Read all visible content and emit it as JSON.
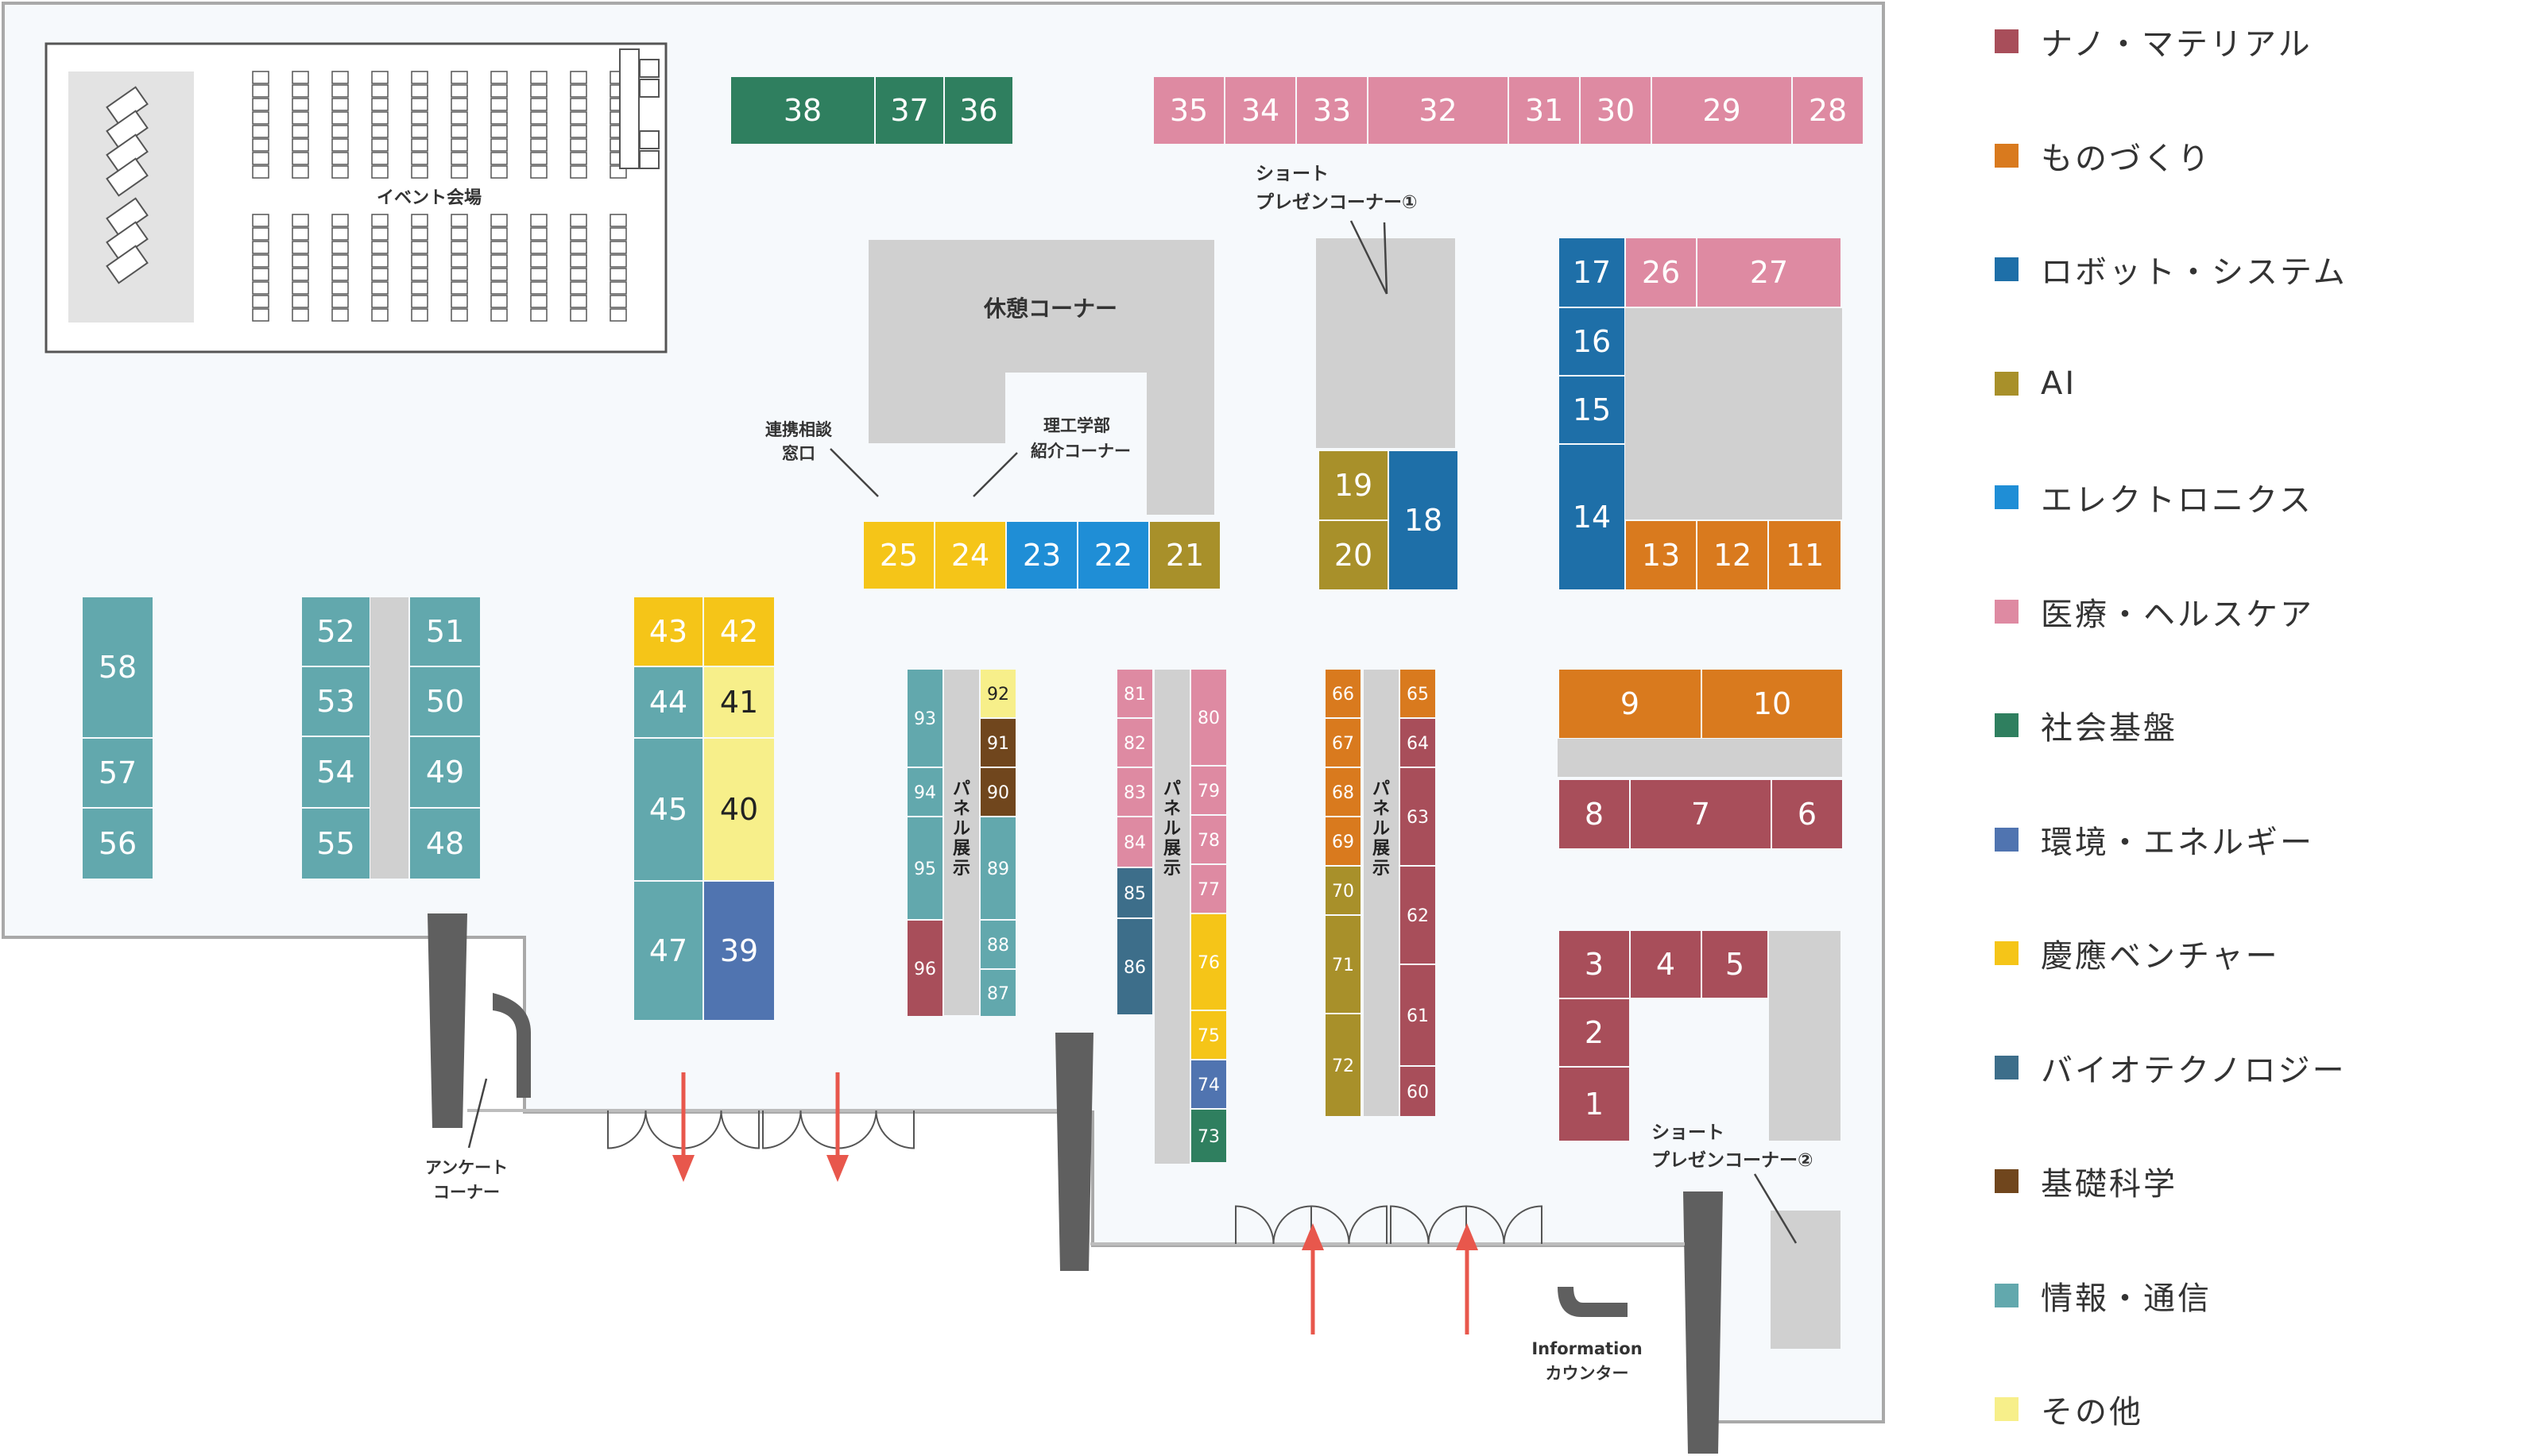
{
  "colors": {
    "nano": "#a84e5a",
    "mono": "#d97a1e",
    "robot": "#1e6fa8",
    "ai": "#a8902a",
    "elec": "#1f8ed6",
    "med": "#de8aa2",
    "social": "#2f7f5f",
    "env": "#5074b0",
    "keio": "#f5c518",
    "bio": "#3d6e8a",
    "basic": "#70461d",
    "info": "#62a8ad",
    "other": "#f7ef8a",
    "gray": "#d0d0d0",
    "floor": "#f6f9fc",
    "pillar": "#5f5f5f",
    "arrow": "#e8574c"
  },
  "legend": [
    {
      "key": "nano",
      "label": "ナノ・マテリアル"
    },
    {
      "key": "mono",
      "label": "ものづくり"
    },
    {
      "key": "robot",
      "label": "ロボット・システム"
    },
    {
      "key": "ai",
      "label": "AI"
    },
    {
      "key": "elec",
      "label": "エレクトロニクス"
    },
    {
      "key": "med",
      "label": "医療・ヘルスケア"
    },
    {
      "key": "social",
      "label": "社会基盤"
    },
    {
      "key": "env",
      "label": "環境・エネルギー"
    },
    {
      "key": "keio",
      "label": "慶應ベンチャー"
    },
    {
      "key": "bio",
      "label": "バイオテクノロジー"
    },
    {
      "key": "basic",
      "label": "基礎科学"
    },
    {
      "key": "info",
      "label": "情報・通信"
    },
    {
      "key": "other",
      "label": "その他"
    }
  ],
  "labels": {
    "event_hall": "イベント会場",
    "rest_corner": "休憩コーナー",
    "consult_line1": "連携相談",
    "consult_line2": "窓口",
    "faculty_line1": "理工学部",
    "faculty_line2": "紹介コーナー",
    "short_pres1_line1": "ショート",
    "short_pres1_line2": "プレゼンコーナー①",
    "short_pres2_line1": "ショート",
    "short_pres2_line2": "プレゼンコーナー②",
    "panel": "パネル展示",
    "survey_line1": "アンケート",
    "survey_line2": "コーナー",
    "info_line1": "Information",
    "info_line2": "カウンター"
  },
  "booths": [
    {
      "id": "38",
      "cat": "social"
    },
    {
      "id": "37",
      "cat": "social"
    },
    {
      "id": "36",
      "cat": "social"
    },
    {
      "id": "35",
      "cat": "med"
    },
    {
      "id": "34",
      "cat": "med"
    },
    {
      "id": "33",
      "cat": "med"
    },
    {
      "id": "32",
      "cat": "med"
    },
    {
      "id": "31",
      "cat": "med"
    },
    {
      "id": "30",
      "cat": "med"
    },
    {
      "id": "29",
      "cat": "med"
    },
    {
      "id": "28",
      "cat": "med"
    },
    {
      "id": "25",
      "cat": "keio"
    },
    {
      "id": "24",
      "cat": "keio"
    },
    {
      "id": "23",
      "cat": "elec"
    },
    {
      "id": "22",
      "cat": "elec"
    },
    {
      "id": "21",
      "cat": "ai"
    },
    {
      "id": "19",
      "cat": "ai"
    },
    {
      "id": "20",
      "cat": "ai"
    },
    {
      "id": "18",
      "cat": "robot"
    },
    {
      "id": "17",
      "cat": "robot"
    },
    {
      "id": "26",
      "cat": "med"
    },
    {
      "id": "27",
      "cat": "med"
    },
    {
      "id": "16",
      "cat": "robot"
    },
    {
      "id": "15",
      "cat": "robot"
    },
    {
      "id": "14",
      "cat": "robot"
    },
    {
      "id": "13",
      "cat": "mono"
    },
    {
      "id": "12",
      "cat": "mono"
    },
    {
      "id": "11",
      "cat": "mono"
    },
    {
      "id": "9",
      "cat": "mono"
    },
    {
      "id": "10",
      "cat": "mono"
    },
    {
      "id": "8",
      "cat": "nano"
    },
    {
      "id": "7",
      "cat": "nano"
    },
    {
      "id": "6",
      "cat": "nano"
    },
    {
      "id": "3",
      "cat": "nano"
    },
    {
      "id": "4",
      "cat": "nano"
    },
    {
      "id": "5",
      "cat": "nano"
    },
    {
      "id": "2",
      "cat": "nano"
    },
    {
      "id": "1",
      "cat": "nano"
    },
    {
      "id": "58",
      "cat": "info"
    },
    {
      "id": "57",
      "cat": "info"
    },
    {
      "id": "56",
      "cat": "info"
    },
    {
      "id": "52",
      "cat": "info"
    },
    {
      "id": "53",
      "cat": "info"
    },
    {
      "id": "54",
      "cat": "info"
    },
    {
      "id": "55",
      "cat": "info"
    },
    {
      "id": "51",
      "cat": "info"
    },
    {
      "id": "50",
      "cat": "info"
    },
    {
      "id": "49",
      "cat": "info"
    },
    {
      "id": "48",
      "cat": "info"
    },
    {
      "id": "43",
      "cat": "keio"
    },
    {
      "id": "42",
      "cat": "keio"
    },
    {
      "id": "44",
      "cat": "info"
    },
    {
      "id": "41",
      "cat": "other"
    },
    {
      "id": "45",
      "cat": "info"
    },
    {
      "id": "40",
      "cat": "other"
    },
    {
      "id": "47",
      "cat": "info"
    },
    {
      "id": "39",
      "cat": "env"
    },
    {
      "id": "93",
      "cat": "info"
    },
    {
      "id": "94",
      "cat": "info"
    },
    {
      "id": "95",
      "cat": "info"
    },
    {
      "id": "96",
      "cat": "nano"
    },
    {
      "id": "92",
      "cat": "other"
    },
    {
      "id": "91",
      "cat": "basic"
    },
    {
      "id": "90",
      "cat": "basic"
    },
    {
      "id": "89",
      "cat": "info"
    },
    {
      "id": "88",
      "cat": "info"
    },
    {
      "id": "87",
      "cat": "info"
    },
    {
      "id": "81",
      "cat": "med"
    },
    {
      "id": "82",
      "cat": "med"
    },
    {
      "id": "83",
      "cat": "med"
    },
    {
      "id": "84",
      "cat": "med"
    },
    {
      "id": "85",
      "cat": "bio"
    },
    {
      "id": "86",
      "cat": "bio"
    },
    {
      "id": "80",
      "cat": "med"
    },
    {
      "id": "79",
      "cat": "med"
    },
    {
      "id": "78",
      "cat": "med"
    },
    {
      "id": "77",
      "cat": "med"
    },
    {
      "id": "76",
      "cat": "keio"
    },
    {
      "id": "75",
      "cat": "keio"
    },
    {
      "id": "74",
      "cat": "env"
    },
    {
      "id": "73",
      "cat": "social"
    },
    {
      "id": "66",
      "cat": "mono"
    },
    {
      "id": "67",
      "cat": "mono"
    },
    {
      "id": "68",
      "cat": "mono"
    },
    {
      "id": "69",
      "cat": "mono"
    },
    {
      "id": "70",
      "cat": "ai"
    },
    {
      "id": "71",
      "cat": "ai"
    },
    {
      "id": "72",
      "cat": "ai"
    },
    {
      "id": "65",
      "cat": "mono"
    },
    {
      "id": "64",
      "cat": "nano"
    },
    {
      "id": "63",
      "cat": "nano"
    },
    {
      "id": "62",
      "cat": "nano"
    },
    {
      "id": "61",
      "cat": "nano"
    },
    {
      "id": "60",
      "cat": "nano"
    }
  ]
}
